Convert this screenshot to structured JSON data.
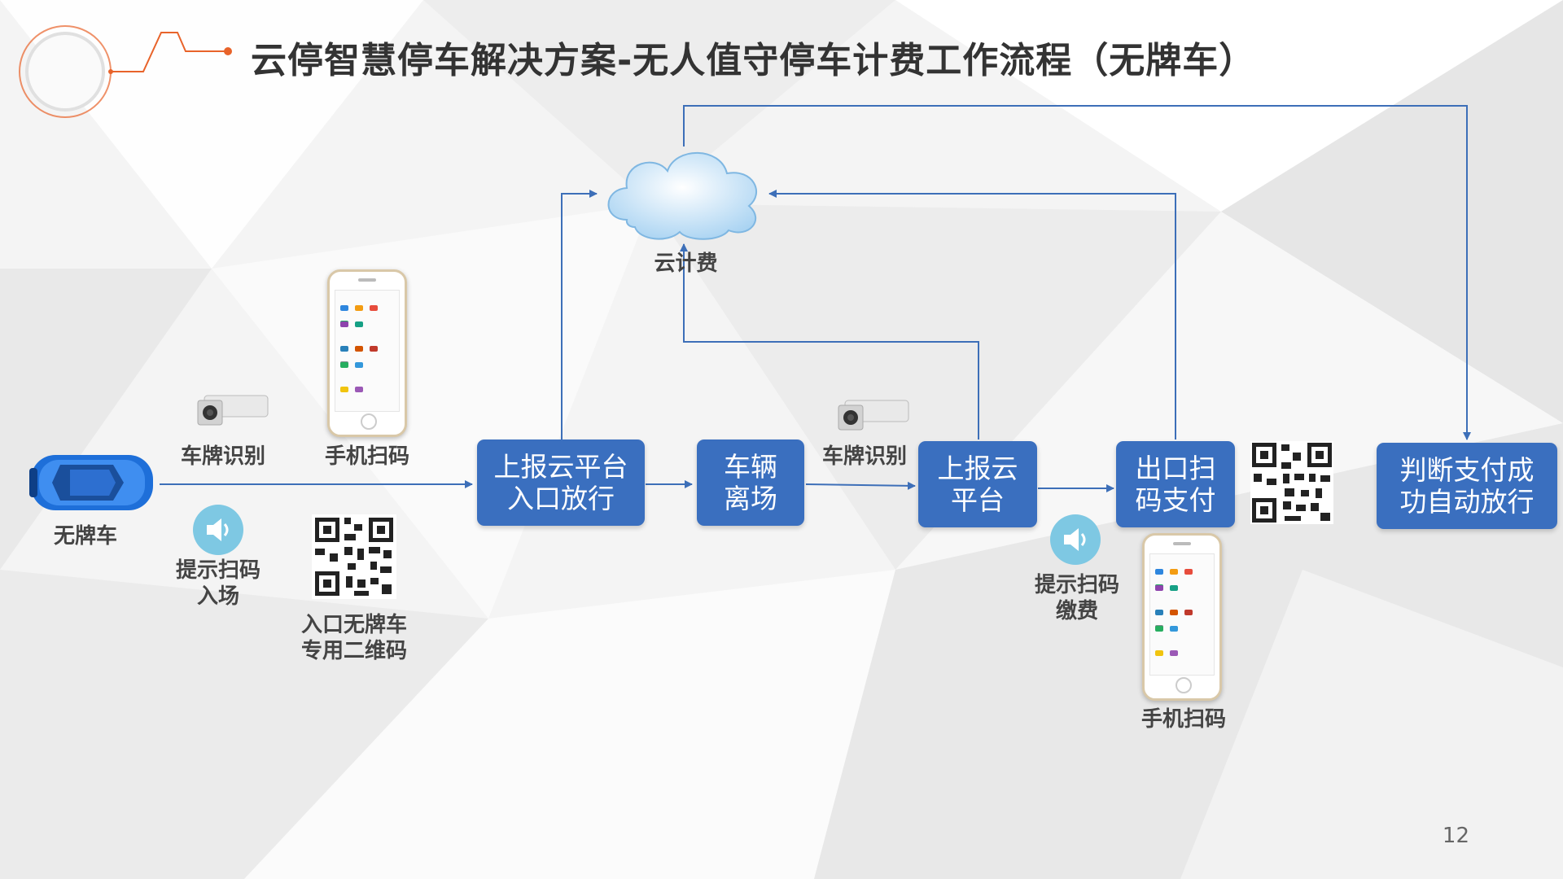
{
  "slide": {
    "title": "云停智慧停车解决方案-无人值守停车计费工作流程（无牌车）",
    "page_number": "12"
  },
  "nodes": {
    "cloud_label": "云计费",
    "box_entry": "上报云平台\n入口放行",
    "box_leave": "车辆\n离场",
    "box_report": "上报云\n平台",
    "box_exit_pay": "出口扫\n码支付",
    "box_judge": "判断支付成\n功自动放行"
  },
  "labels": {
    "car": "无牌车",
    "camera_left": "车牌识别",
    "phone_left": "手机扫码",
    "speaker_left": "提示扫码\n入场",
    "qr_left": "入口无牌车\n专用二维码",
    "camera_right": "车牌识别",
    "speaker_right": "提示扫码\n缴费",
    "phone_right": "手机扫码"
  },
  "icons": {
    "car": "car-icon",
    "camera": "camera-icon",
    "phone": "phone-icon",
    "speaker": "speaker-icon",
    "qr": "qr-code-icon",
    "cloud": "cloud-icon"
  },
  "colors": {
    "box_fill": "#3a6fbf",
    "line": "#3d6fb8",
    "accent": "#e8632a",
    "car": "#1e6fd9",
    "speaker": "#7ec8e3"
  }
}
